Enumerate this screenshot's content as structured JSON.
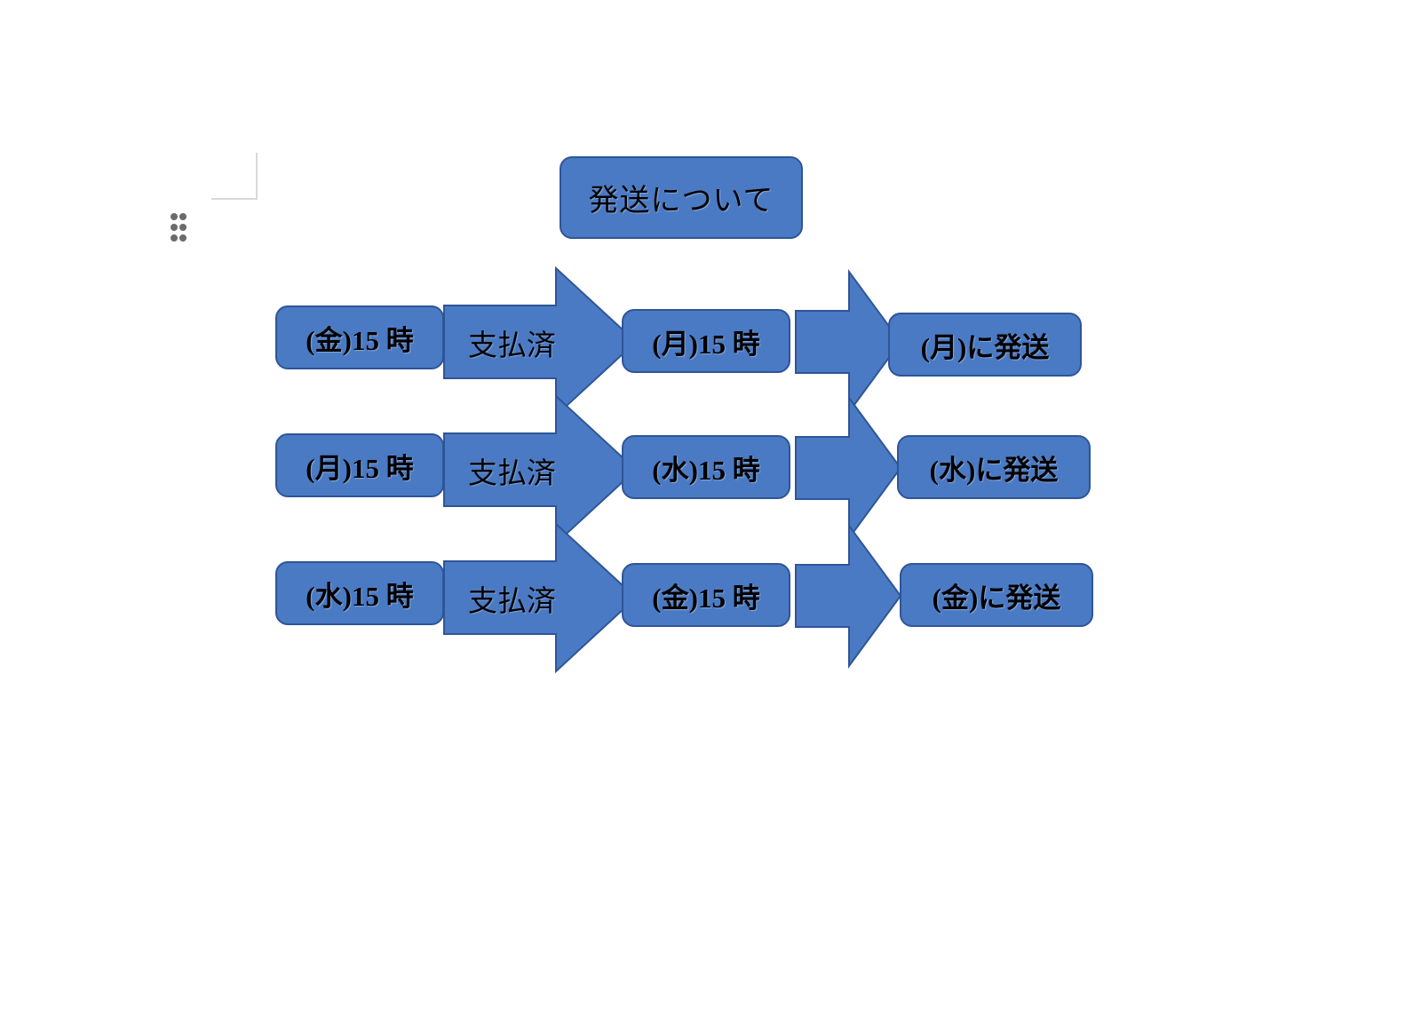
{
  "document": {
    "background_color": "#ffffff",
    "corner_marker": "corner-bracket",
    "drag_handle": "six-dot-drag-handle"
  },
  "theme": {
    "shape_fill": "#4a7ac4",
    "shape_border": "#2f5597",
    "text_color": "#000000",
    "handle_color": "#6b6b6b",
    "bracket_color": "#d9d9d9"
  },
  "diagram": {
    "title": "発送について",
    "rows": [
      {
        "order_deadline": "(金)15 時",
        "arrow_label": "支払済",
        "processing": "(月)15 時",
        "shipping": "(月)に発送"
      },
      {
        "order_deadline": "(月)15 時",
        "arrow_label": "支払済",
        "processing": "(水)15 時",
        "shipping": "(水)に発送"
      },
      {
        "order_deadline": "(水)15 時",
        "arrow_label": "支払済",
        "processing": "(金)15 時",
        "shipping": "(金)に発送"
      }
    ]
  }
}
